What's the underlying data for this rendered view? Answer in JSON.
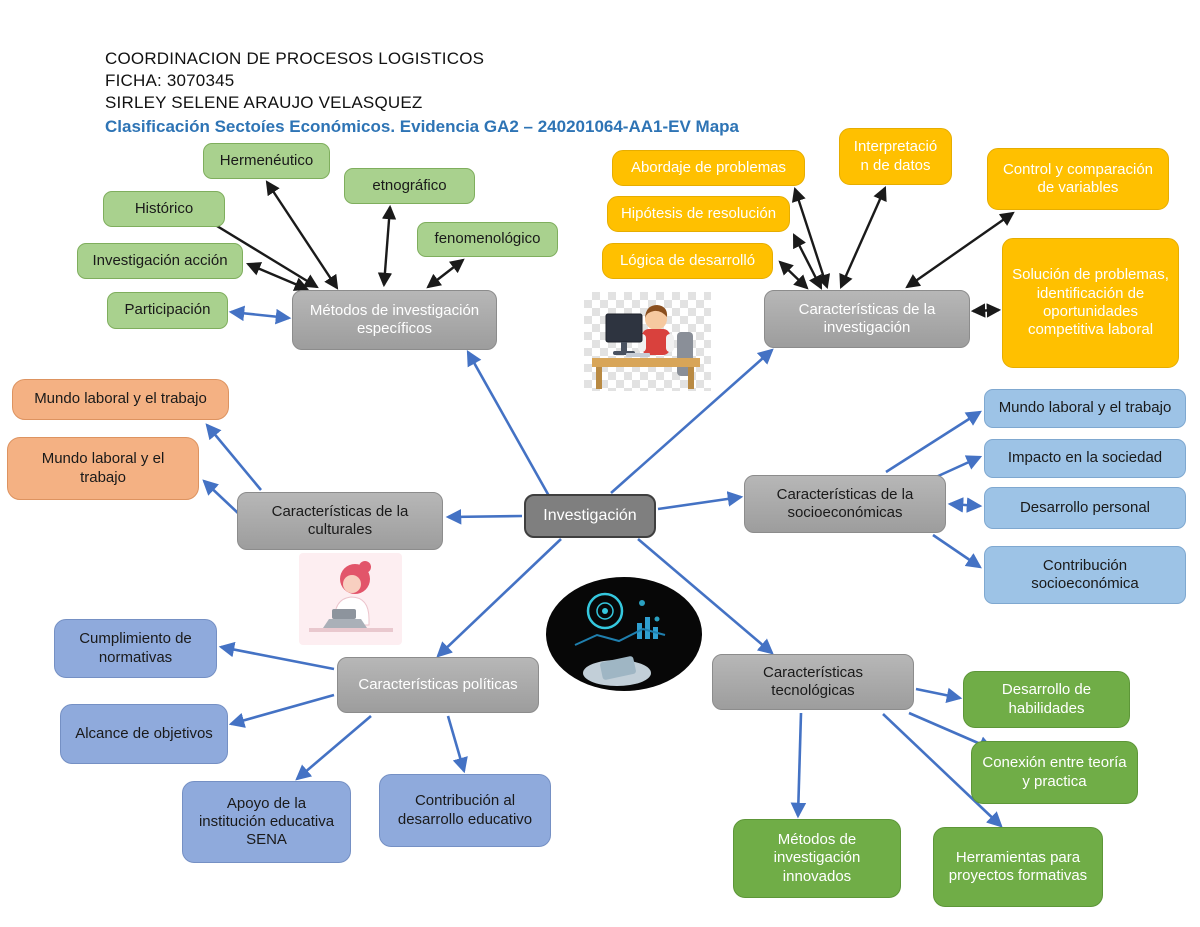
{
  "header": {
    "line1": "COORDINACION DE PROCESOS LOGISTICOS",
    "line2": "FICHA: 3070345",
    "line3": "SIRLEY SELENE ARAUJO VELASQUEZ",
    "title": "Clasificación Sectoíes Económicos. Evidencia GA2 – 240201064-AA1-EV Mapa"
  },
  "center": {
    "label": "Investigación"
  },
  "methods": {
    "hub": "Métodos de investigación específicos",
    "items": {
      "hermeneutico": "Hermenéutico",
      "etnografico": "etnográfico",
      "historico": "Histórico",
      "fenomenologico": "fenomenológico",
      "investigacion_accion": "Investigación acción",
      "participacion": "Participación"
    }
  },
  "investigation_features": {
    "hub": "Características de la investigación",
    "items": {
      "abordaje": "Abordaje de problemas",
      "interpretacion": "Interpretació n de datos",
      "control": "Control y comparación de variables",
      "hipotesis": "Hipótesis de resolución",
      "logica": "Lógica de desarrolló",
      "solucion": "Solución de problemas, identificación de oportunidades competitiva laboral"
    }
  },
  "socioeconomic": {
    "hub": "Características de la socioeconómicas",
    "items": {
      "mundo_laboral": "Mundo laboral y el trabajo",
      "impacto": "Impacto en la sociedad",
      "desarrollo_personal": "Desarrollo personal",
      "contribucion": "Contribución socioeconómica"
    }
  },
  "cultural": {
    "hub": "Características de la culturales",
    "items": {
      "mundo1": "Mundo laboral y el trabajo",
      "mundo2": "Mundo laboral y el trabajo"
    }
  },
  "political": {
    "hub": "Características políticas",
    "items": {
      "cumplimiento": "Cumplimiento de normativas",
      "alcance": "Alcance de objetivos",
      "apoyo": "Apoyo de la institución educativa SENA",
      "contribucion": "Contribución al desarrollo educativo"
    }
  },
  "technological": {
    "hub": "Características tecnológicas",
    "items": {
      "desarrollo_habilidades": "Desarrollo de habilidades",
      "conexion": "Conexión entre teoría y practica",
      "metodos_innovados": "Métodos de investigación innovados",
      "herramientas": "Herramientas para proyectos formativas"
    }
  },
  "images": {
    "computer": "person-working-at-computer-cartoon",
    "laptop": "person-with-laptop-pink-illustration",
    "tech": "technology-dark-collage-illustration"
  },
  "palette": {
    "green_light": "#a9d18e",
    "gold": "#ffc000",
    "blue_light": "#9dc3e6",
    "salmon": "#f4b183",
    "periwinkle": "#8faadc",
    "green_dark": "#70ad47",
    "hub_gray": "#a6a6a6",
    "center_gray": "#7f7f7f",
    "arrow_blue": "#4472c4",
    "arrow_black": "#1a1a1a",
    "title_blue": "#2e74b5"
  }
}
